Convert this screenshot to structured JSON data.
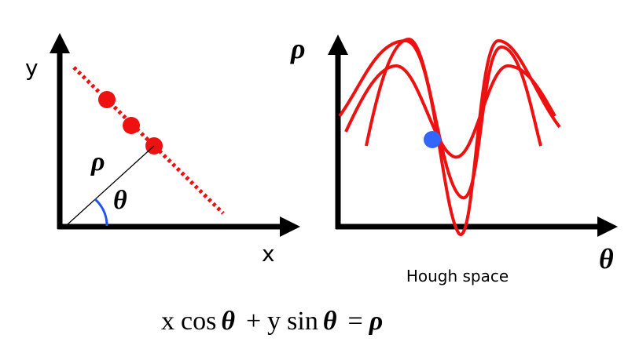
{
  "left_panel": {
    "x_axis_label": "x",
    "y_axis_label": "y",
    "rho_symbol": "ρ",
    "theta_symbol": "θ",
    "line_points_count": 3
  },
  "right_panel": {
    "y_axis_label": "ρ",
    "x_axis_label": "θ",
    "caption": "Hough space"
  },
  "equation": {
    "term1_var": "x",
    "term1_fn": "cos",
    "term1_sym": "θ",
    "plus": "+",
    "term2_var": "y",
    "term2_fn": "sin",
    "term2_sym": "θ",
    "equals": "=",
    "rhs_sym": "ρ"
  },
  "colors": {
    "axis": "#000000",
    "points": "#ee1111",
    "curves": "#ee1111",
    "intersection": "#3366ff",
    "angle_arc": "#2255ee"
  }
}
